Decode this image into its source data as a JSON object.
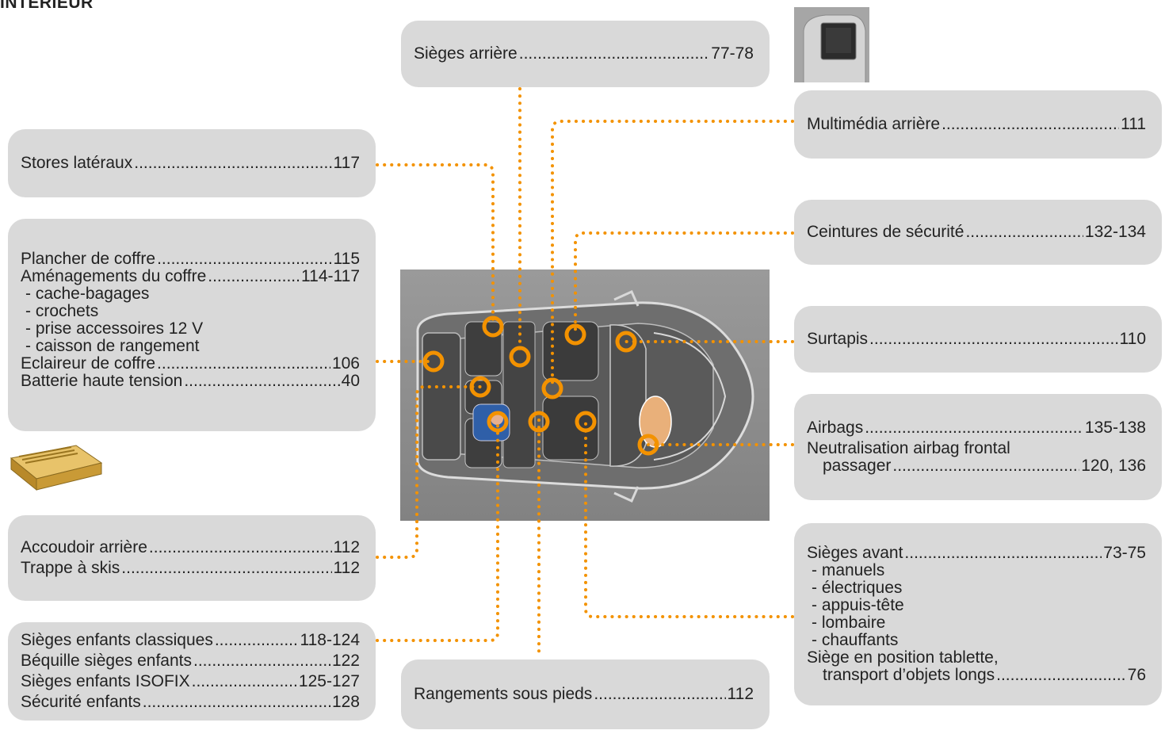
{
  "page": {
    "title": "INTÉRIEUR"
  },
  "boxes": {
    "sieges_arriere": {
      "entries": [
        {
          "label": "Sièges arrière",
          "page": "77-78"
        }
      ]
    },
    "stores": {
      "entries": [
        {
          "label": "Stores latéraux",
          "page": "117"
        }
      ]
    },
    "coffre": {
      "entry1": {
        "label": "Plancher de coffre",
        "page": "115"
      },
      "entry2": {
        "label": "Aménagements du coffre",
        "page": "114-117"
      },
      "subs": [
        "- cache-bagages",
        "- crochets",
        "- prise accessoires 12 V",
        "- caisson de rangement"
      ],
      "entry3": {
        "label": "Eclaireur de coffre",
        "page": "106"
      },
      "entry4": {
        "label": "Batterie haute tension",
        "page": "40"
      }
    },
    "accoudoir": {
      "entry1": {
        "label": "Accoudoir arrière",
        "page": "112"
      },
      "entry2": {
        "label": "Trappe à skis",
        "page": "112"
      }
    },
    "enfants": {
      "entry1": {
        "label": "Sièges enfants classiques",
        "page": "118-124"
      },
      "entry2": {
        "label": "Béquille sièges enfants",
        "page": "122"
      },
      "entry3": {
        "label": "Sièges enfants ISOFIX",
        "page": "125-127"
      },
      "entry4": {
        "label": "Sécurité enfants",
        "page": "128"
      }
    },
    "rangements": {
      "entry1": {
        "label": "Rangements sous pieds",
        "page": "112"
      }
    },
    "multimedia": {
      "entry1": {
        "label": "Multimédia arrière",
        "page": "111"
      }
    },
    "ceintures": {
      "entry1": {
        "label": "Ceintures de sécurité",
        "page": "132-134"
      }
    },
    "surtapis": {
      "entry1": {
        "label": "Surtapis",
        "page": "110"
      }
    },
    "airbags": {
      "entry1": {
        "label": "Airbags",
        "page": "135-138"
      },
      "line2": "Neutralisation airbag frontal",
      "entry2": {
        "label": "passager",
        "page": "120, 136"
      }
    },
    "sieges_avant": {
      "entry1": {
        "label": "Sièges avant",
        "page": "73-75"
      },
      "subs": [
        "- manuels",
        "- électriques",
        "- appuis-tête",
        "- lombaire",
        "- chauffants"
      ],
      "line2": "Siège en position tablette,",
      "entry2": {
        "label": "transport d’objets longs",
        "page": "76"
      }
    }
  },
  "colors": {
    "accent": "#f39200",
    "box_bg": "#d9d9d9",
    "photo_bg": "#8e8e8e"
  },
  "images": {
    "car_photo": "car-interior-top-view",
    "rear_multimedia": "rear-headrest-screen",
    "battery": "high-voltage-battery"
  }
}
